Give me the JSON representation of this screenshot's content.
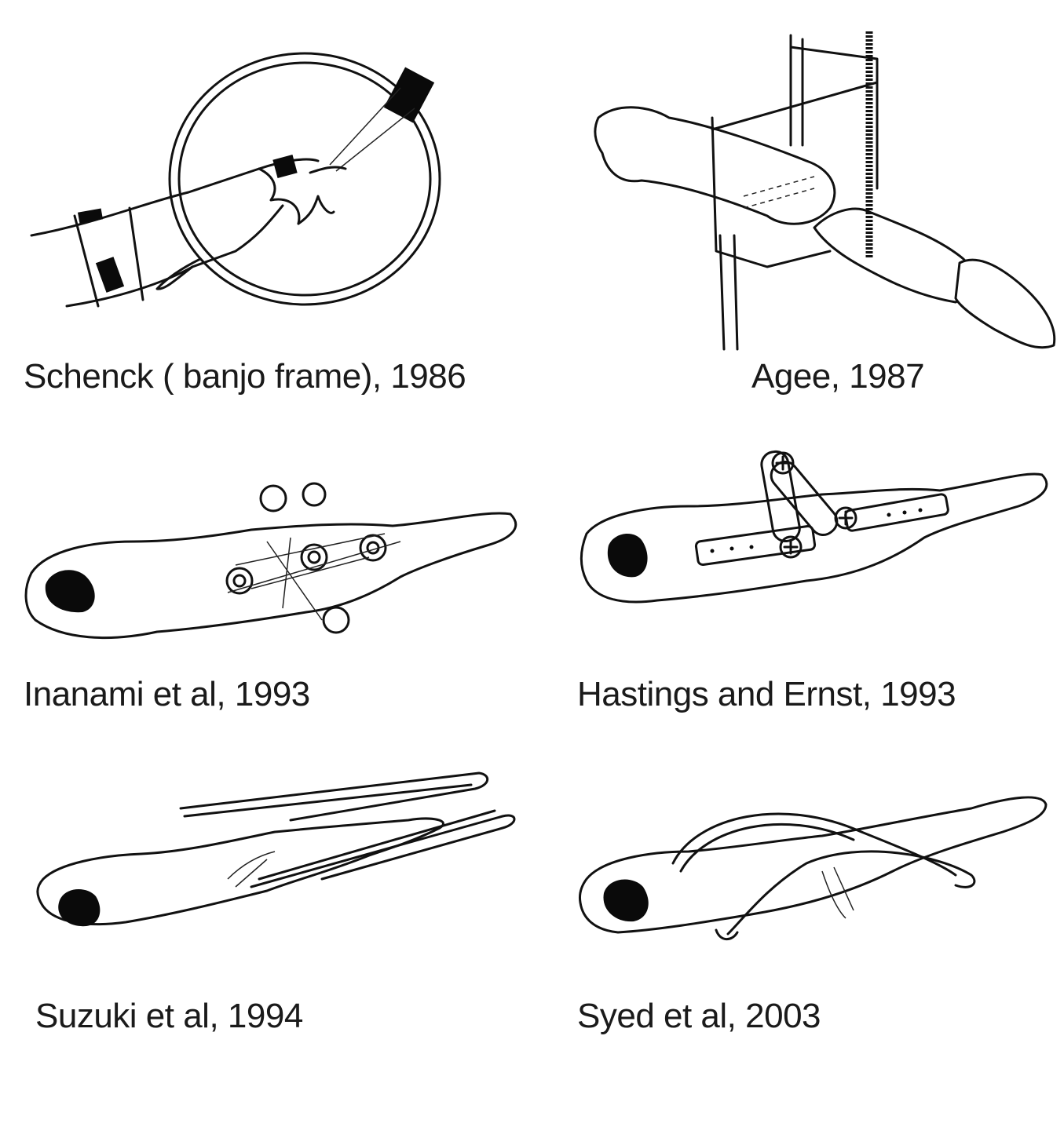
{
  "figure": {
    "panels": [
      {
        "caption": "Schenck ( banjo frame), 1986"
      },
      {
        "caption": "Agee, 1987"
      },
      {
        "caption": "Inanami et al, 1993"
      },
      {
        "caption": "Hastings and Ernst, 1993"
      },
      {
        "caption": "Suzuki et al, 1994"
      },
      {
        "caption": "Syed et al, 2003"
      }
    ]
  }
}
